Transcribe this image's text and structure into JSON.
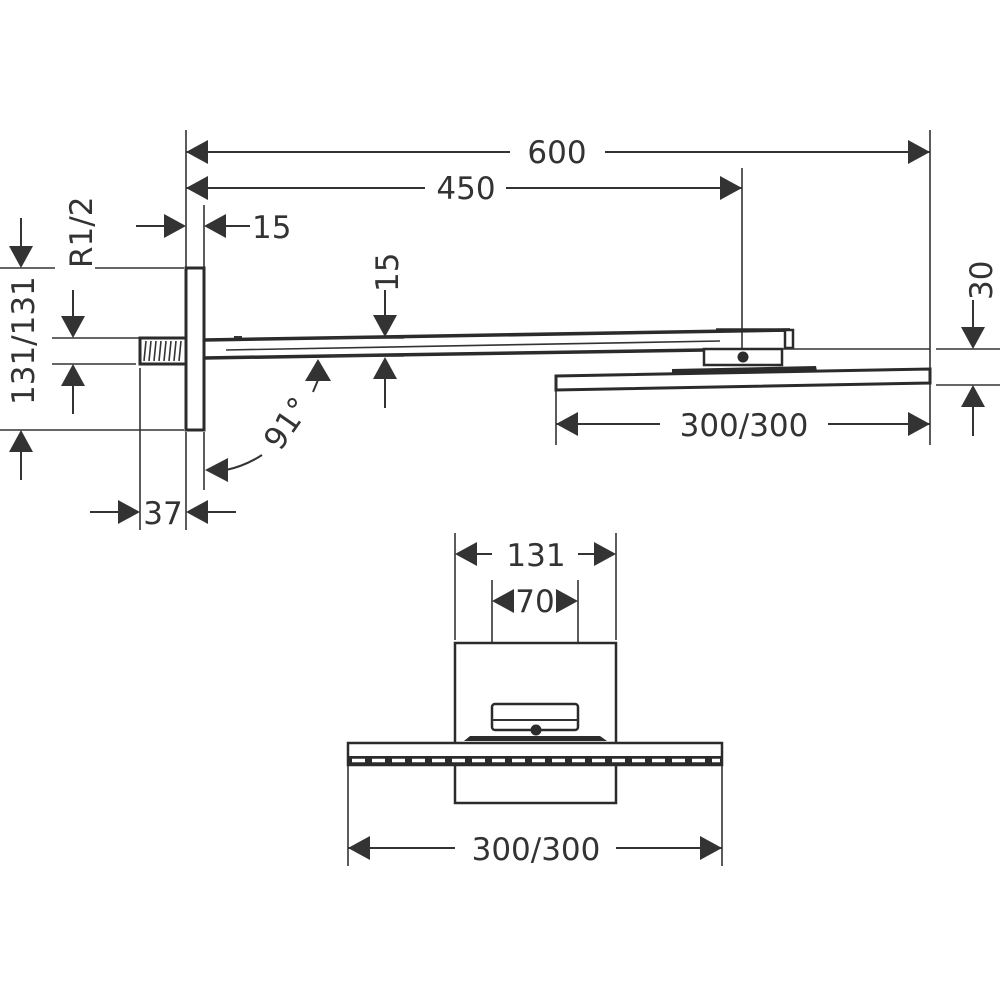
{
  "drawing": {
    "type": "technical dimension drawing",
    "subject": "wall-mounted overhead shower arm with square head shower",
    "line_color": "#333333",
    "background": "#ffffff"
  },
  "side_view": {
    "dim_overall_length": "600",
    "dim_arm_to_center": "450",
    "dim_flange_thickness": "15",
    "dim_thread": "R1/2",
    "dim_flange_height": "131/131",
    "dim_arm_thickness": "15",
    "dim_head_height": "30",
    "dim_head_size": "300/300",
    "dim_thread_length": "37",
    "dim_angle": "91°"
  },
  "front_view": {
    "dim_flange_width": "131",
    "dim_connector_width": "70",
    "dim_head_size": "300/300"
  }
}
